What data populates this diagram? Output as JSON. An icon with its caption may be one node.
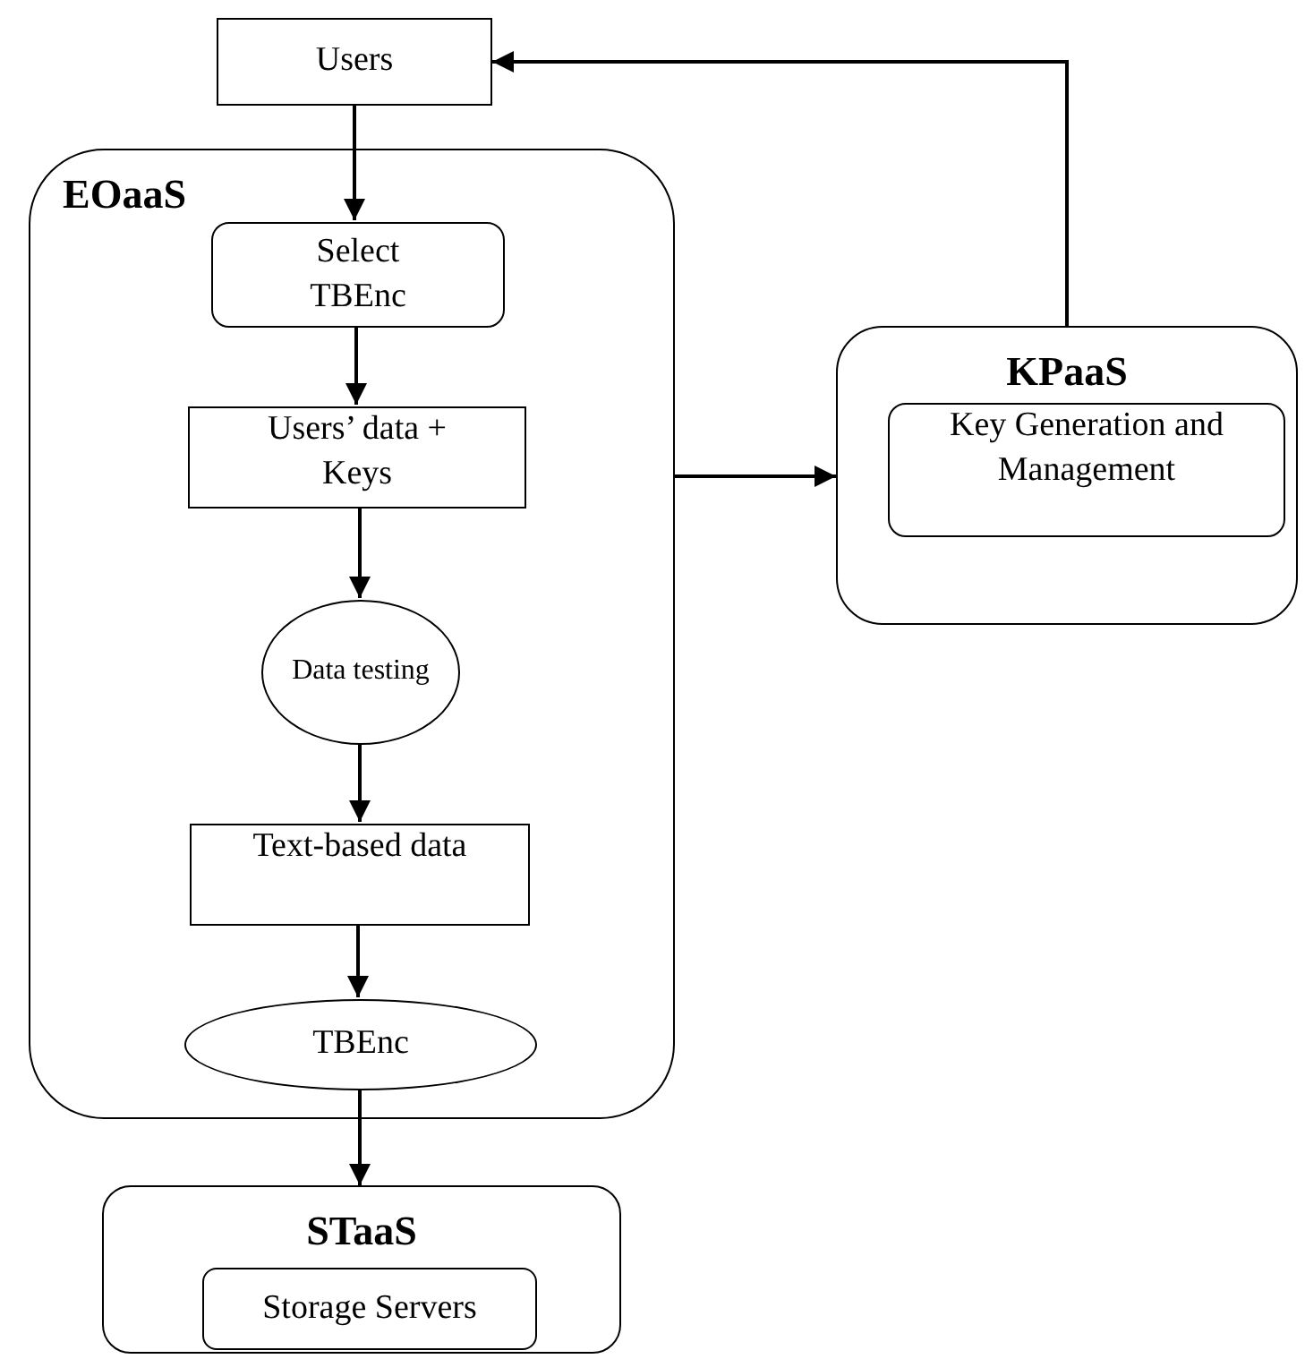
{
  "diagram": {
    "nodes": [
      {
        "text": [
          "Users"
        ]
      },
      {
        "text": [
          "EOaaS"
        ]
      },
      {
        "text": [
          "Select TBEnc"
        ],
        "in": 1
      },
      {
        "text": [
          "Users’ data + Keys"
        ],
        "in": 1
      },
      {
        "text": [
          "Data testing"
        ],
        "in": 1
      },
      {
        "text": [
          "Text-based data"
        ],
        "in": 1
      },
      {
        "text": [
          "TBEnc"
        ],
        "in": 1
      },
      {
        "text": [
          "KPaaS"
        ]
      },
      {
        "text": [
          "Key Generation and Management"
        ],
        "in": 7
      },
      {
        "text": [
          "STaaS"
        ]
      },
      {
        "text": [
          "Storage Servers"
        ],
        "in": 9
      }
    ],
    "edges": [
      {
        "from": 0,
        "to": 2,
        "arrow": "to"
      },
      {
        "from": 2,
        "to": 3,
        "arrow": "to"
      },
      {
        "from": 3,
        "to": 4,
        "arrow": "to"
      },
      {
        "from": 4,
        "to": 5,
        "arrow": "to"
      },
      {
        "from": 5,
        "to": 6,
        "arrow": "to"
      },
      {
        "from": 6,
        "to": 9,
        "arrow": "to"
      },
      {
        "from": 1,
        "to": 7,
        "arrow": "to"
      },
      {
        "from": 7,
        "to": 0,
        "arrow": "to"
      }
    ]
  }
}
